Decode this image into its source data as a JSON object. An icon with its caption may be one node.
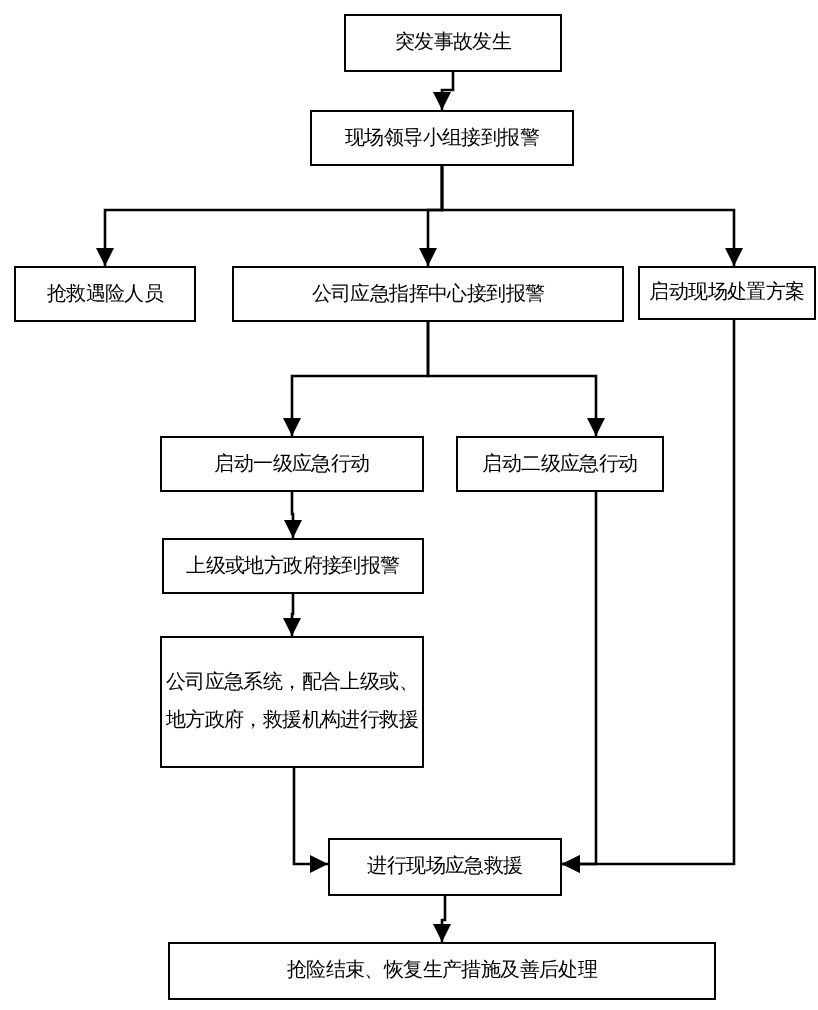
{
  "diagram": {
    "nodes": [
      {
        "text": [
          "突发事故发生"
        ]
      },
      {
        "text": [
          "现场领导小组接到报警"
        ]
      },
      {
        "text": [
          "抢救遇险人员"
        ]
      },
      {
        "text": [
          "公司应急指挥中心接到报警"
        ]
      },
      {
        "text": [
          "启动现场处置方案"
        ]
      },
      {
        "text": [
          "启动一级应急行动"
        ]
      },
      {
        "text": [
          "启动二级应急行动"
        ]
      },
      {
        "text": [
          "上级或地方政府接到报警"
        ]
      },
      {
        "text": [
          "公司应急系统，配合上级或、地方政府，救援机构进行救援"
        ]
      },
      {
        "text": [
          "进行现场应急救援"
        ]
      },
      {
        "text": [
          "抢险结束、恢复生产措施及善后处理"
        ]
      }
    ],
    "edges": [
      {
        "from": 0,
        "to": 1,
        "arrow": "to"
      },
      {
        "from": 1,
        "to": 2,
        "arrow": "to"
      },
      {
        "from": 1,
        "to": 3,
        "arrow": "to"
      },
      {
        "from": 1,
        "to": 4,
        "arrow": "to"
      },
      {
        "from": 3,
        "to": 5,
        "arrow": "to"
      },
      {
        "from": 3,
        "to": 6,
        "arrow": "to"
      },
      {
        "from": 5,
        "to": 7,
        "arrow": "to"
      },
      {
        "from": 7,
        "to": 8,
        "arrow": "to"
      },
      {
        "from": 8,
        "to": 9,
        "arrow": "to"
      },
      {
        "from": 6,
        "to": 9,
        "arrow": "to"
      },
      {
        "from": 4,
        "to": 9,
        "arrow": "to"
      },
      {
        "from": 9,
        "to": 10,
        "arrow": "to"
      }
    ]
  }
}
